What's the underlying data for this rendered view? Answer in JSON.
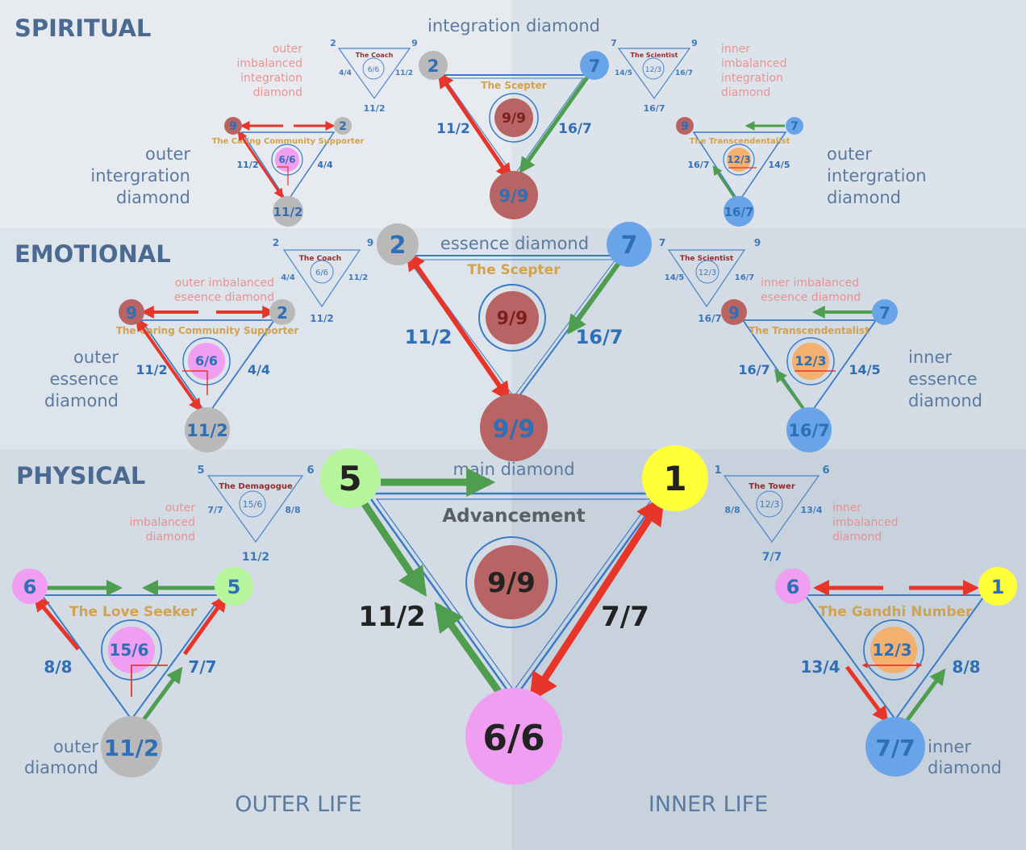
{
  "sections": {
    "spiritual": "SPIRITUAL",
    "emotional": "EMOTIONAL",
    "physical": "PHYSICAL"
  },
  "footer": {
    "outer": "OUTER LIFE",
    "inner": "INNER LIFE"
  },
  "colors": {
    "red": "#e8352a",
    "green": "#4f9e4f",
    "blue_node": "#6aa4e8",
    "gray_node": "#b9b9b9",
    "dark_red_node": "#b86464",
    "pink_node": "#ef9ef2",
    "lime_node": "#b6f59c",
    "yellow_node": "#ffff3a",
    "orange_node": "#f4b06e",
    "line": "#3a7bc8"
  },
  "spiritual": {
    "caption": "integration diamond",
    "main": {
      "tl": "2",
      "tr": "7",
      "bottom": "9/9",
      "title": "The Scepter",
      "center": "9/9",
      "left": "11/2",
      "right": "16/7"
    },
    "outer": {
      "caption": [
        "outer",
        "intergration",
        "diamond"
      ],
      "tl": "9",
      "tr": "2",
      "bottom": "11/2",
      "title": "The Caring Community Supporter",
      "center": "6/6",
      "left": "11/2",
      "right": "4/4"
    },
    "inner": {
      "caption": [
        "outer",
        "intergration",
        "diamond"
      ],
      "tl": "9",
      "tr": "7",
      "bottom": "16/7",
      "title": "The Transcendentalist",
      "center": "12/3",
      "left": "16/7",
      "right": "14/5"
    },
    "outer_imb": {
      "caption": [
        "outer",
        "imbalanced",
        "integration",
        "diamond"
      ],
      "tl": "2",
      "tr": "9",
      "title": "The Coach",
      "center": "6/6",
      "left": "4/4",
      "right": "11/2",
      "bottom": "11/2"
    },
    "inner_imb": {
      "caption": [
        "inner",
        "imbalanced",
        "integration",
        "diamond"
      ],
      "tl": "7",
      "tr": "9",
      "title": "The Scientist",
      "center": "12/3",
      "left": "14/5",
      "right": "16/7",
      "bottom": "16/7"
    }
  },
  "emotional": {
    "caption": "essence diamond",
    "main": {
      "tl": "2",
      "tr": "7",
      "bottom": "9/9",
      "title": "The Scepter",
      "center": "9/9",
      "left": "11/2",
      "right": "16/7"
    },
    "outer": {
      "caption": [
        "outer",
        "essence",
        "diamond"
      ],
      "tl": "9",
      "tr": "2",
      "bottom": "11/2",
      "title": "The Caring Community Supporter",
      "center": "6/6",
      "left": "11/2",
      "right": "4/4"
    },
    "inner": {
      "caption": [
        "inner",
        "essence",
        "diamond"
      ],
      "tl": "9",
      "tr": "7",
      "bottom": "16/7",
      "title": "The Transcendentalist",
      "center": "12/3",
      "left": "16/7",
      "right": "14/5"
    },
    "outer_imb": {
      "caption": [
        "outer imbalanced",
        "eseence diamond"
      ],
      "tl": "2",
      "tr": "9",
      "title": "The Coach",
      "center": "6/6",
      "left": "4/4",
      "right": "11/2",
      "bottom": "11/2"
    },
    "inner_imb": {
      "caption": [
        "inner imbalanced",
        "eseence diamond"
      ],
      "tl": "7",
      "tr": "9",
      "title": "The Scientist",
      "center": "12/3",
      "left": "14/5",
      "right": "16/7",
      "bottom": "16/7"
    }
  },
  "physical": {
    "caption": "main diamond",
    "main": {
      "tl": "5",
      "tr": "1",
      "bottom": "6/6",
      "title": "Advancement",
      "center": "9/9",
      "left": "11/2",
      "right": "7/7"
    },
    "outer": {
      "caption": [
        "outer",
        "diamond"
      ],
      "tl": "6",
      "tr": "5",
      "bottom": "11/2",
      "title": "The Love Seeker",
      "center": "15/6",
      "left": "8/8",
      "right": "7/7"
    },
    "inner": {
      "caption": [
        "inner",
        "diamond"
      ],
      "tl": "6",
      "tr": "1",
      "bottom": "7/7",
      "title": "The Gandhi Number",
      "center": "12/3",
      "left": "13/4",
      "right": "8/8"
    },
    "outer_imb": {
      "caption": [
        "outer",
        "imbalanced",
        "diamond"
      ],
      "tl": "5",
      "tr": "6",
      "title": "The Demagogue",
      "center": "15/6",
      "left": "7/7",
      "right": "8/8",
      "bottom": "11/2"
    },
    "inner_imb": {
      "caption": [
        "inner",
        "imbalanced",
        "diamond"
      ],
      "tl": "1",
      "tr": "6",
      "title": "The Tower",
      "center": "12/3",
      "left": "8/8",
      "right": "13/4",
      "bottom": "7/7"
    }
  }
}
